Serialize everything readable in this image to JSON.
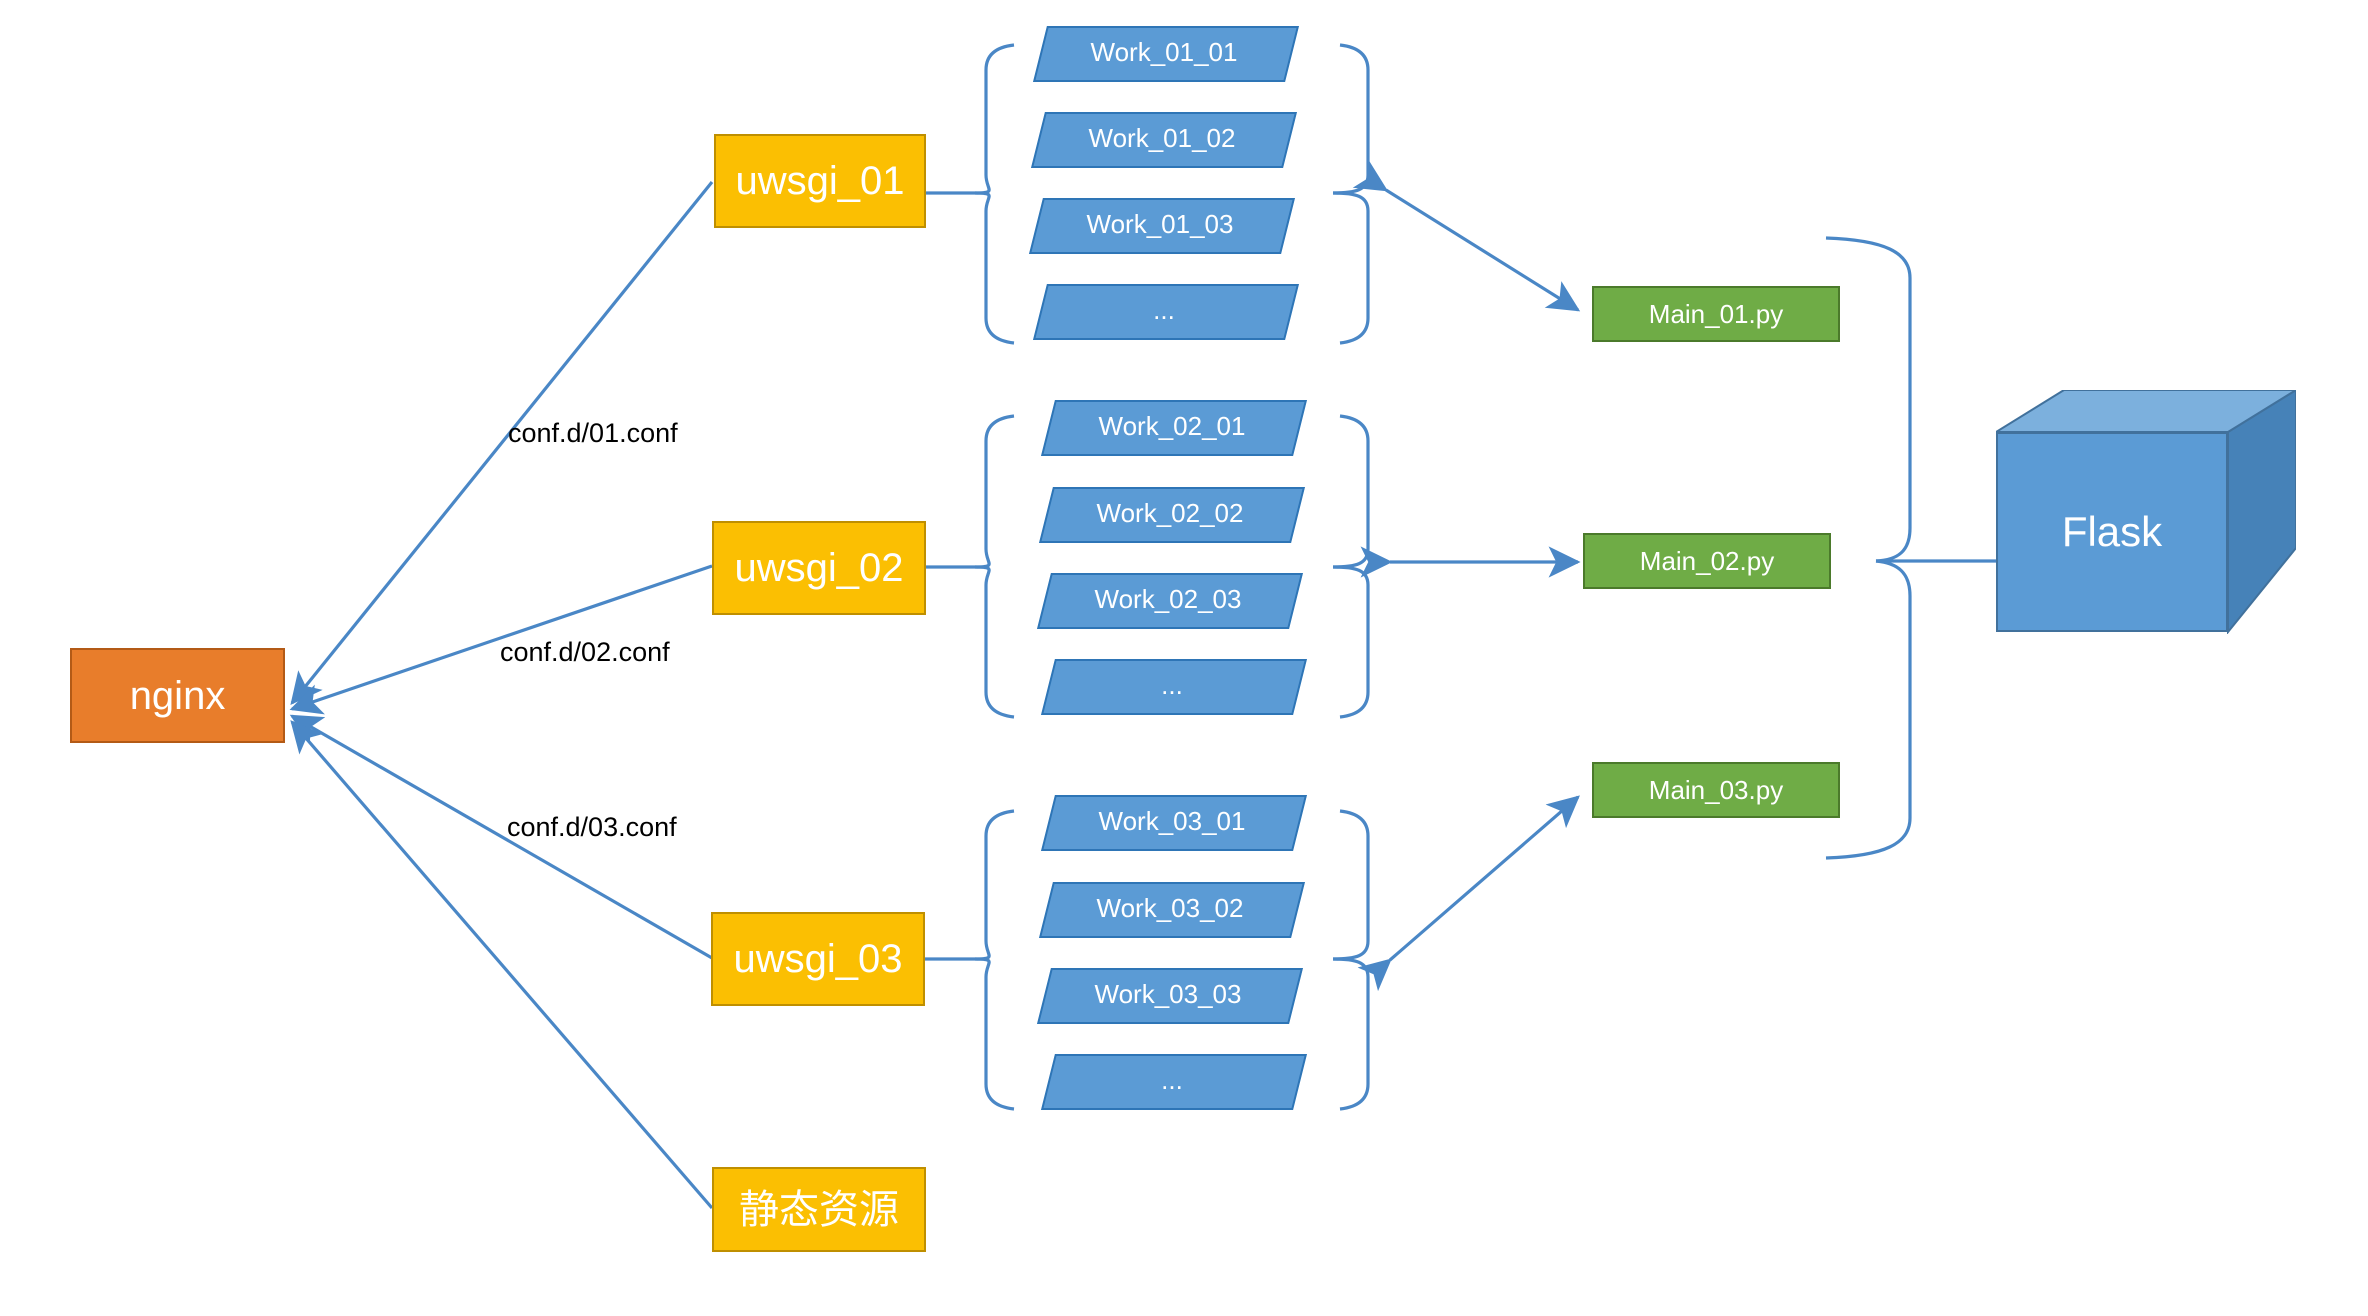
{
  "diagram": {
    "title": "nginx uwsgi Flask architecture",
    "colors": {
      "nginx": "#E87D2B",
      "uwsgi": "#FBBF02",
      "worker": "#5B9BD5",
      "main": "#6FAC46",
      "flask": "#5B9BD5",
      "connector": "#4A87C6",
      "label_text": "#000000",
      "node_text": "#FFFFFF"
    }
  },
  "entry": {
    "nginx_label": "nginx"
  },
  "conf_labels": [
    {
      "text": "conf.d/01.conf"
    },
    {
      "text": "conf.d/02.conf"
    },
    {
      "text": "conf.d/03.conf"
    }
  ],
  "uwsgi_nodes": [
    {
      "label": "uwsgi_01"
    },
    {
      "label": "uwsgi_02"
    },
    {
      "label": "uwsgi_03"
    }
  ],
  "static_node": {
    "label": "静态资源"
  },
  "worker_groups": [
    {
      "group": "01",
      "workers": [
        {
          "label": "Work_01_01"
        },
        {
          "label": "Work_01_02"
        },
        {
          "label": "Work_01_03"
        },
        {
          "label": "..."
        }
      ]
    },
    {
      "group": "02",
      "workers": [
        {
          "label": "Work_02_01"
        },
        {
          "label": "Work_02_02"
        },
        {
          "label": "Work_02_03"
        },
        {
          "label": "..."
        }
      ]
    },
    {
      "group": "03",
      "workers": [
        {
          "label": "Work_03_01"
        },
        {
          "label": "Work_03_02"
        },
        {
          "label": "Work_03_03"
        },
        {
          "label": "..."
        }
      ]
    }
  ],
  "main_nodes": [
    {
      "label": "Main_01.py"
    },
    {
      "label": "Main_02.py"
    },
    {
      "label": "Main_03.py"
    }
  ],
  "app_node": {
    "label": "Flask"
  }
}
